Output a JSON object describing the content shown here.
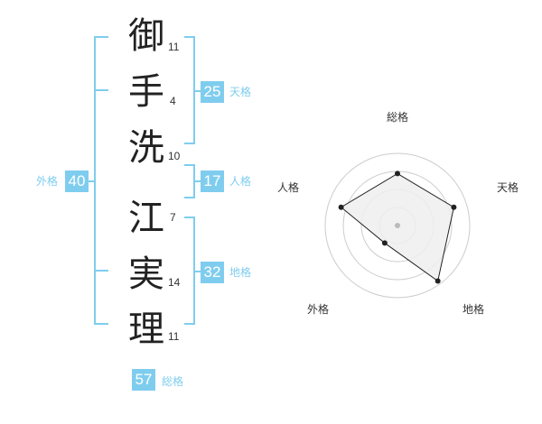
{
  "name": [
    {
      "char": "御",
      "strokes": "11"
    },
    {
      "char": "手",
      "strokes": "4"
    },
    {
      "char": "洗",
      "strokes": "10"
    },
    {
      "char": "江",
      "strokes": "7"
    },
    {
      "char": "実",
      "strokes": "14"
    },
    {
      "char": "理",
      "strokes": "11"
    }
  ],
  "grids": {
    "tenkaku": {
      "value": "25",
      "label": "天格"
    },
    "jinkaku": {
      "value": "17",
      "label": "人格"
    },
    "chikaku": {
      "value": "32",
      "label": "地格"
    },
    "gaikaku": {
      "value": "40",
      "label": "外格"
    },
    "soukaku": {
      "value": "57",
      "label": "総格"
    }
  },
  "colors": {
    "accent": "#7fcdee",
    "radar_fill": "#efefef",
    "radar_ring": "#cccccc"
  },
  "chart_data": {
    "type": "radar",
    "axes": [
      "総格",
      "天格",
      "地格",
      "外格",
      "人格"
    ],
    "values": [
      0.72,
      0.82,
      0.95,
      0.3,
      0.82
    ],
    "rings": 4
  }
}
